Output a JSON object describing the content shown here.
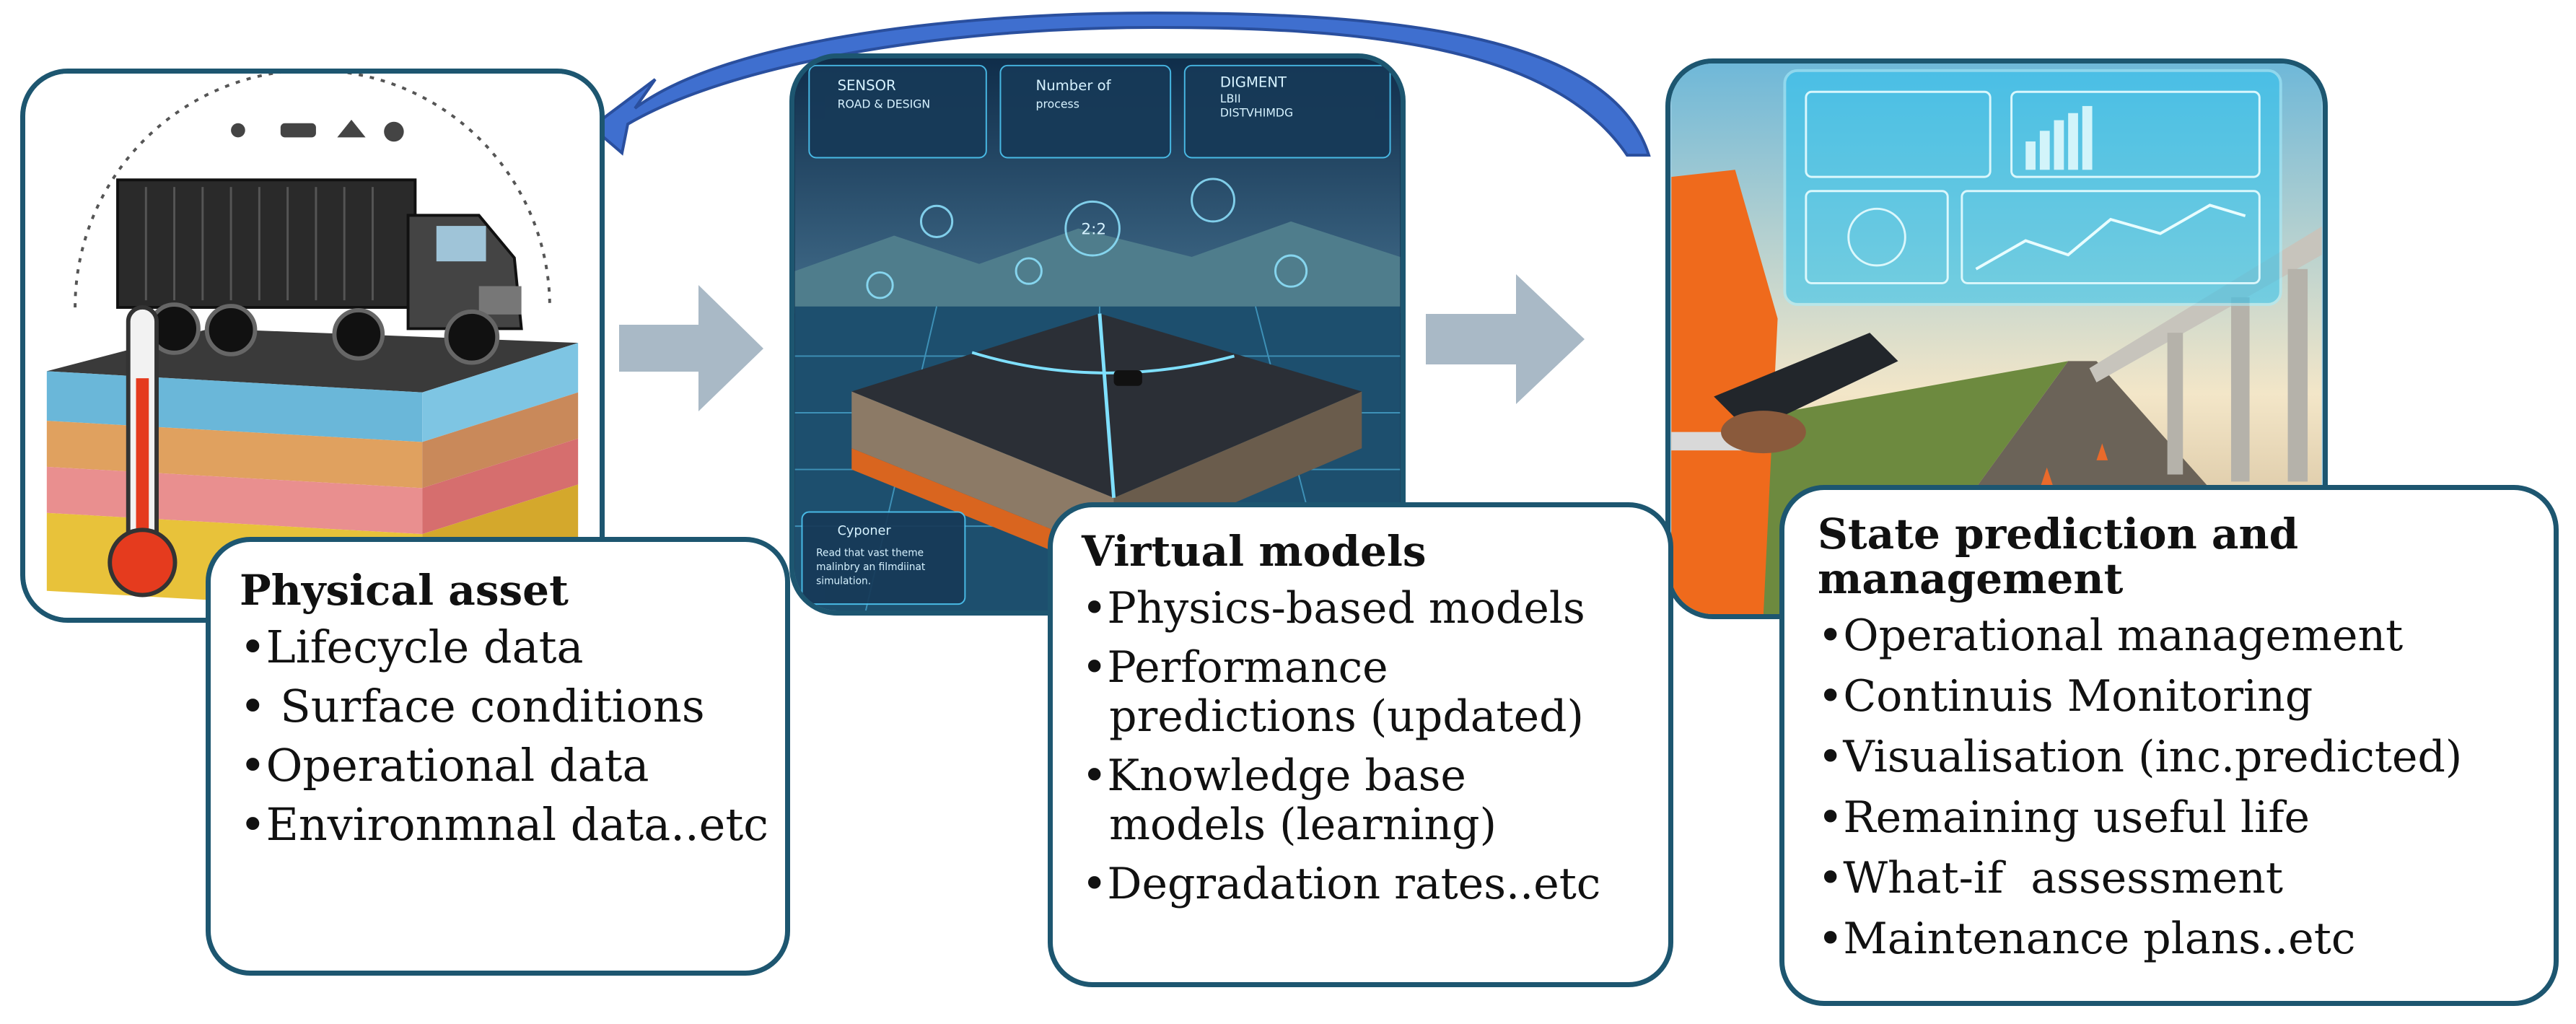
{
  "colors": {
    "border": "#1d5670",
    "flow_arrow": "#a9b9c6",
    "feedback_arrow_fill": "#3f6fcf",
    "feedback_arrow_stroke": "#2a4f9e"
  },
  "panels": {
    "physical": {
      "image": "truck-on-pavement-layers-with-thermometer-illustration",
      "title": "Physical asset",
      "items": [
        "•Lifecycle data",
        "• Surface conditions",
        "•Operational data",
        "•Environmnal data..etc"
      ]
    },
    "virtual": {
      "image": "digital-road-model-with-sensor-overlays-illustration",
      "screen_text": {
        "card1_title": "SENSOR",
        "card1_sub": "ROAD & DESIGN",
        "card2_title": "Number of",
        "card2_sub": "process",
        "card3_title": "DIGMENT",
        "card3_sub": "LBII",
        "card3_sub2": "DISTVHIMDG",
        "card4_title": "Cyponer",
        "card4_body1": "Read that vast theme",
        "card4_body2": "malinbry an filmdiinat",
        "card4_body3": "simulation.",
        "center_label": "2:2"
      },
      "title": "Virtual models",
      "items": [
        "•Physics-based models",
        "•Performance\n  predictions (updated)",
        "•Knowledge base\n  models (learning)",
        "•Degradation rates..etc"
      ]
    },
    "state": {
      "image": "engineer-with-tablet-viewing-road-holographic-dashboard",
      "title": "State prediction and\nmanagement",
      "items": [
        "•Operational management",
        "•Continuis Monitoring",
        "•Visualisation (inc.predicted)",
        "•Remaining useful life",
        "•What-if  assessment",
        "•Maintenance plans..etc"
      ]
    }
  }
}
